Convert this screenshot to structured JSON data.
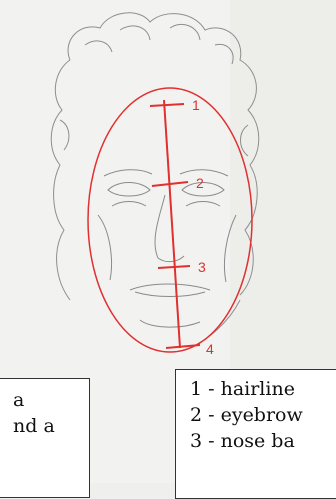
{
  "sketch": {
    "guide_color": "#e0302f",
    "markers": [
      "1",
      "2",
      "3",
      "4"
    ]
  },
  "left_box": {
    "lines": [
      "a",
      "nd a"
    ]
  },
  "right_box": {
    "lines": [
      "1 - hairline",
      "2 - eyebrow",
      "3 - nose ba"
    ]
  }
}
